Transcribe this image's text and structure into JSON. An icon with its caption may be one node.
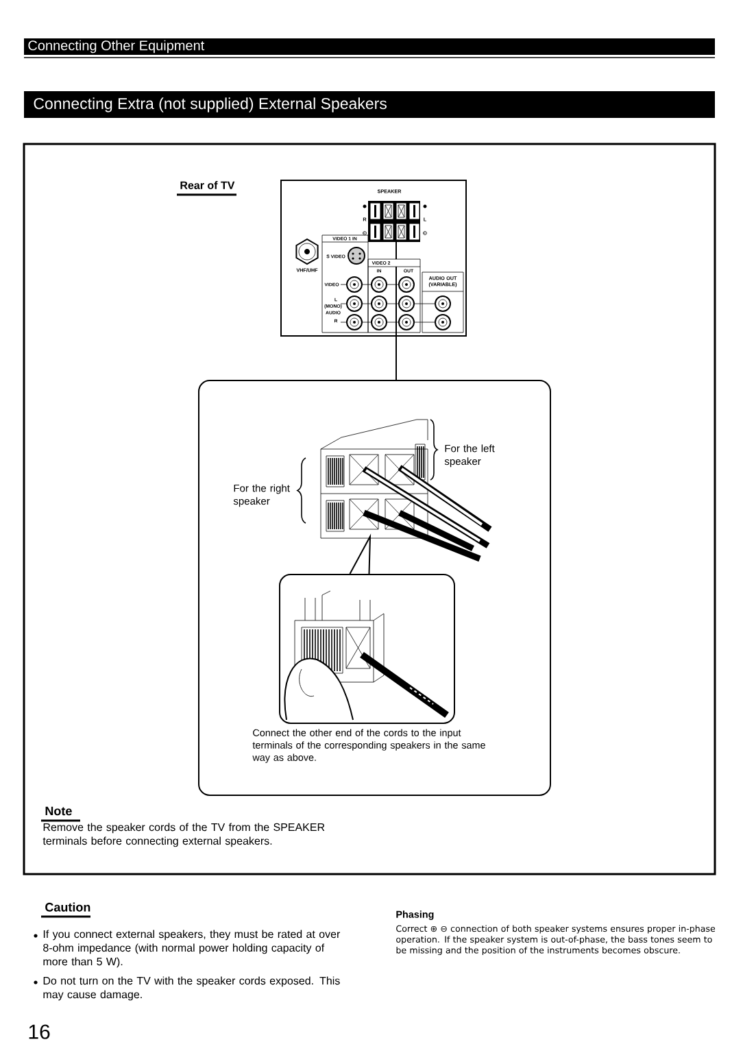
{
  "diagram": {
    "title": "Connecting Extra (not supplied) External Speakers",
    "nodes": [
      {
        "text": [
          "Note",
          "Remove the speaker cords of the TV from the SPEAKER terminals before connecting external speakers."
        ]
      },
      {
        "text": [
          "Rear of TV"
        ],
        "in": 0
      },
      {
        "text": [
          "Connect the other end of the cords to the input terminals of the corresponding speakers in the same way as above."
        ],
        "in": 0
      },
      {
        "text": [],
        "shape": "picture",
        "in": 2
      },
      {
        "text": [],
        "shape": "box",
        "in": 2
      }
    ],
    "edges": [
      {
        "from": 1,
        "to": 2,
        "arrow": "none"
      },
      {
        "from": 3,
        "to": 4,
        "arrow": "none"
      }
    ],
    "labels": [
      "Connecting Other Equipment",
      "SPEAKER",
      "R",
      "L",
      "VIDEO 1 IN",
      "S VIDEO",
      "VHF/UHF",
      "VIDEO 2",
      "IN",
      "OUT",
      "VIDEO",
      "AUDIO OUT (VARIABLE)",
      "L",
      "(MONO)",
      "AUDIO",
      "R",
      "For the left speaker",
      "For the right speaker",
      "Caution",
      "If you connect external speakers, they must be rated at over 8-ohm impedance (with normal power holding capacity of more than 5 W).",
      "Do not turn on the TV with the speaker cords exposed. This may cause damage.",
      "Phasing",
      "Correct ⊕ ⊖ connection of both speaker systems ensures proper in-phase operation. If the speaker system is out-of-phase, the bass tones seem to be missing and the position of the instruments becomes obscure.",
      "16"
    ]
  }
}
